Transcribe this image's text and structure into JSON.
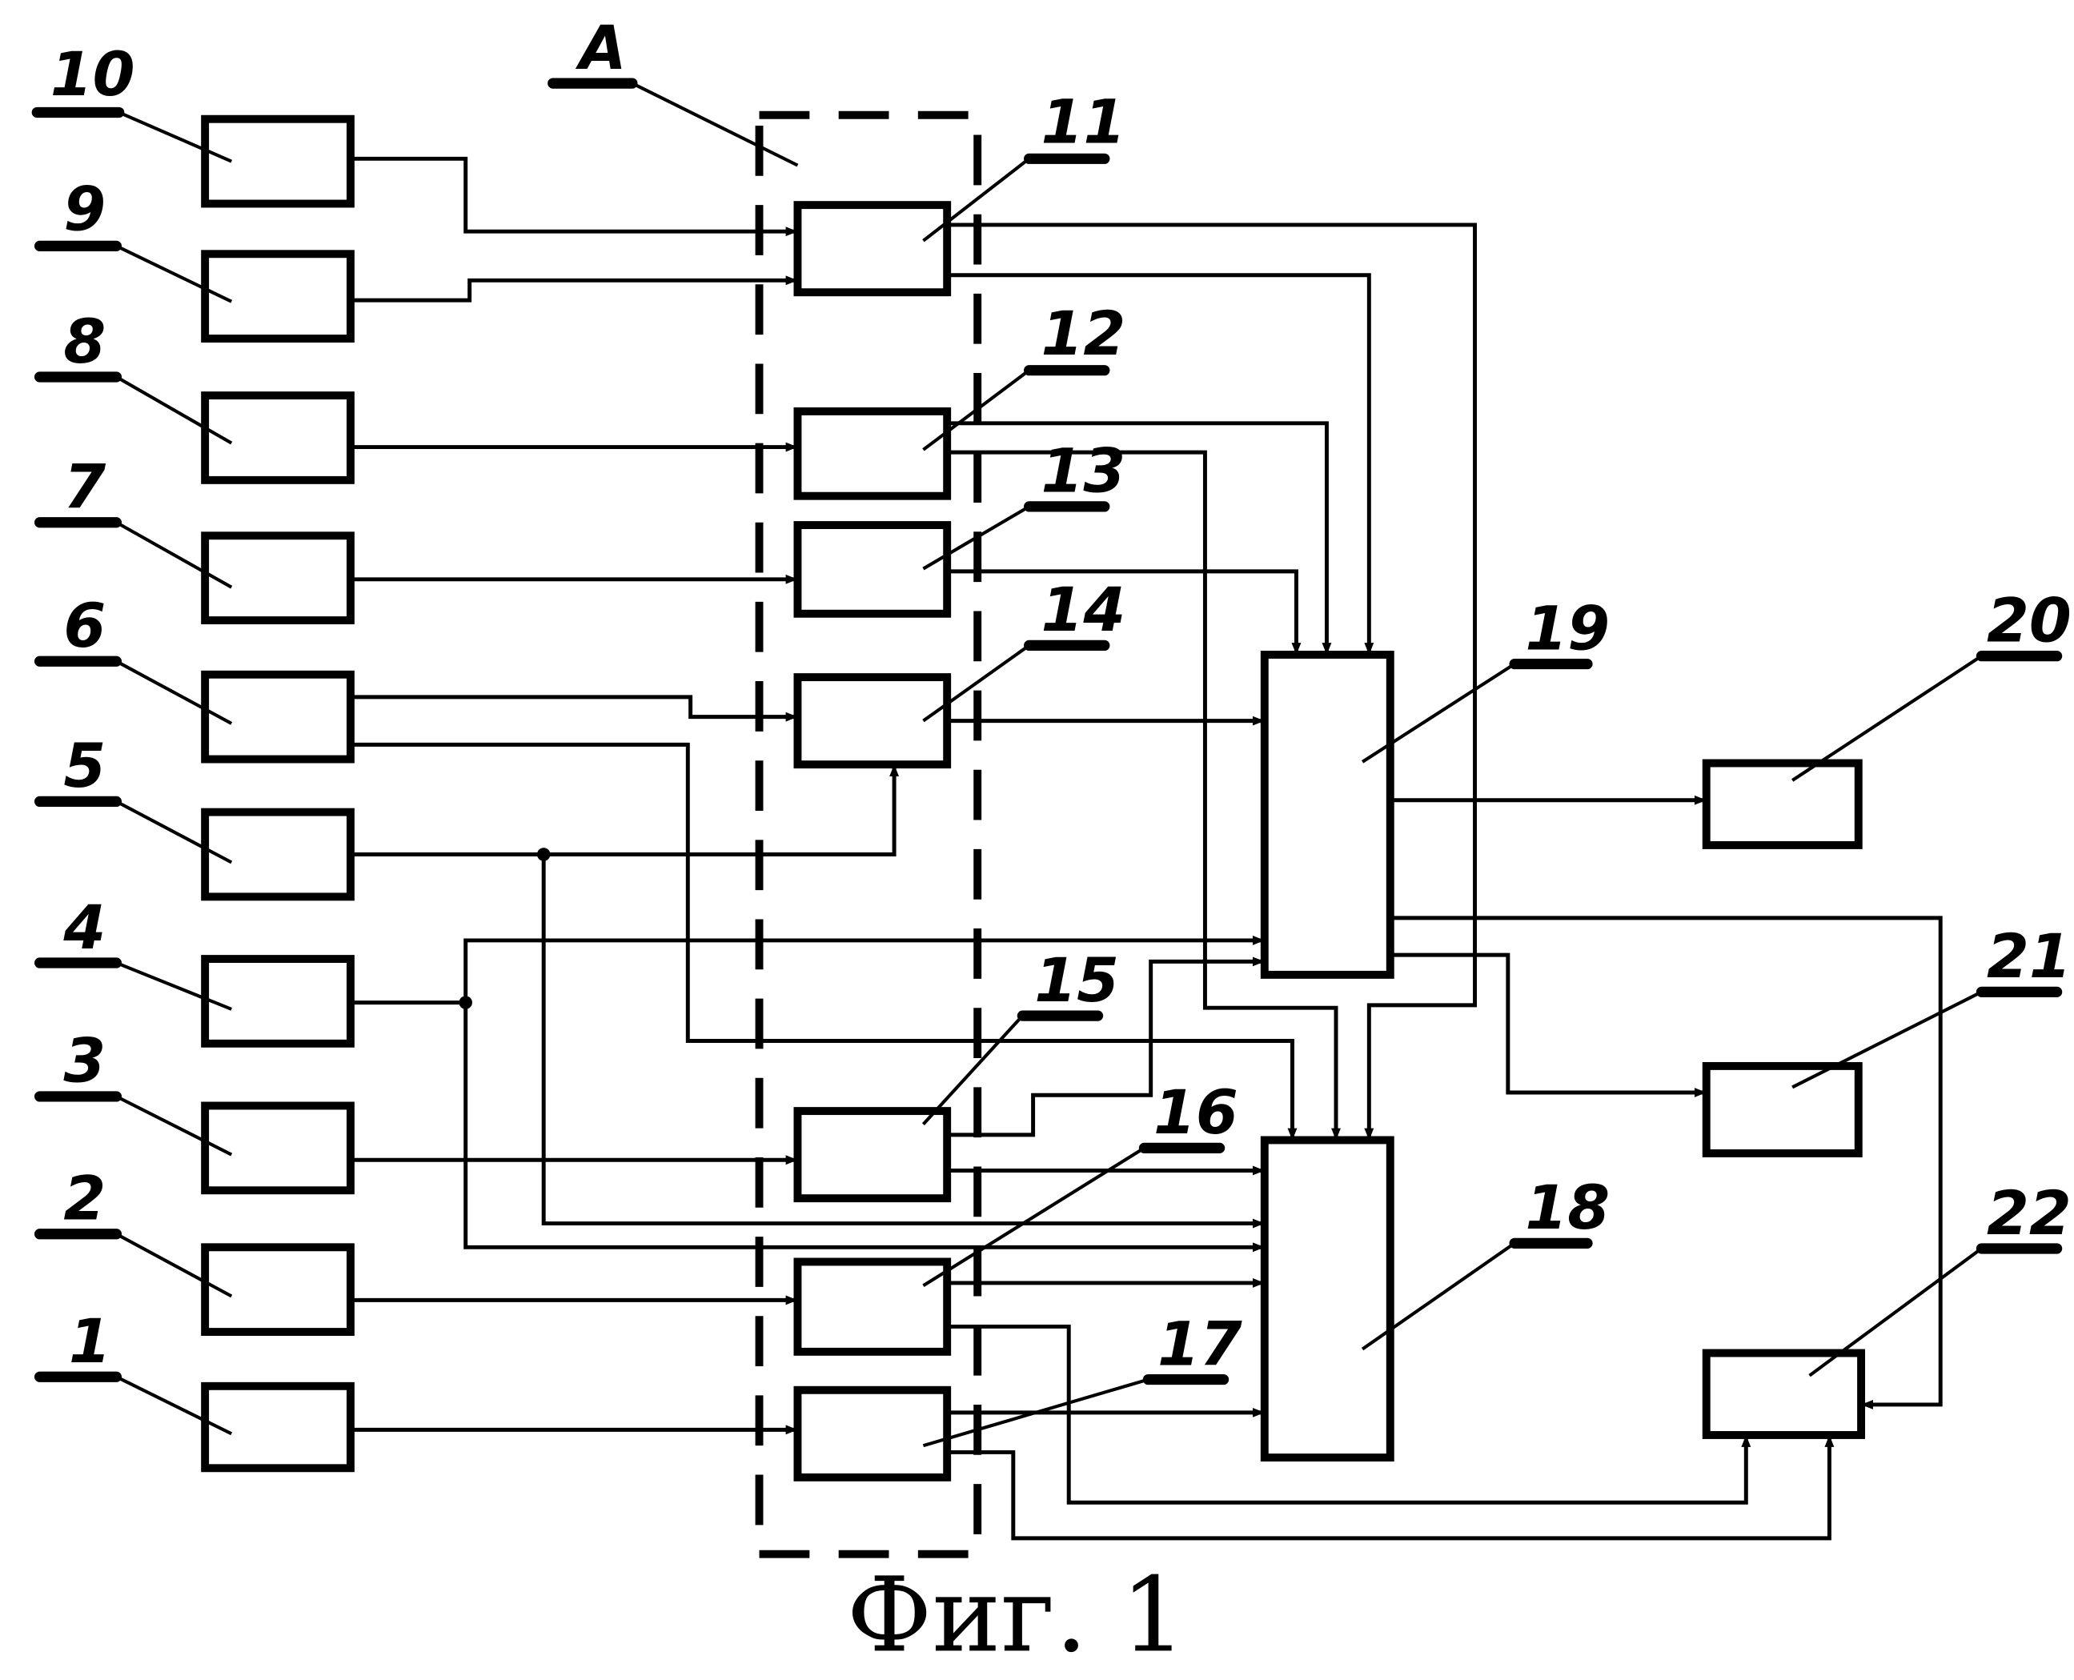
{
  "figure": {
    "caption": "Фиг. 1",
    "group_label": "A"
  },
  "blocks": {
    "b1": "1",
    "b2": "2",
    "b3": "3",
    "b4": "4",
    "b5": "5",
    "b6": "6",
    "b7": "7",
    "b8": "8",
    "b9": "9",
    "b10": "10",
    "b11": "11",
    "b12": "12",
    "b13": "13",
    "b14": "14",
    "b15": "15",
    "b16": "16",
    "b17": "17",
    "b18": "18",
    "b19": "19",
    "b20": "20",
    "b21": "21",
    "b22": "22"
  },
  "colors": {
    "ink": "#000000",
    "paper": "#ffffff"
  }
}
